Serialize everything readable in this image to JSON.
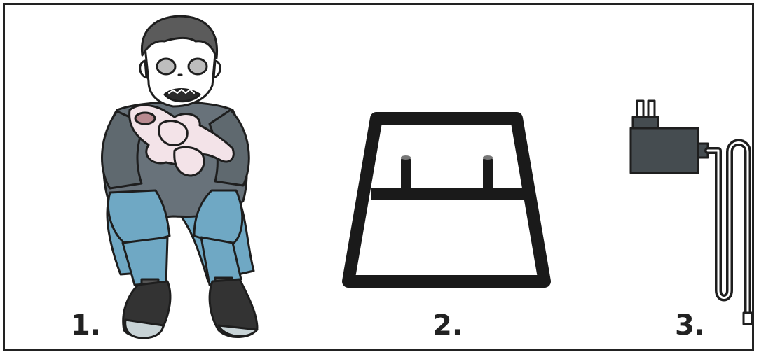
{
  "items": [
    {
      "number": "1.",
      "icon": "zombie-figure-icon"
    },
    {
      "number": "2.",
      "icon": "stand-icon"
    },
    {
      "number": "3.",
      "icon": "power-adapter-icon"
    }
  ],
  "colors": {
    "outline": "#1e1e1e",
    "skin": "#ffffff",
    "eyes": "#bdbdbd",
    "hair": "#5b5b5b",
    "sweater": "#68727a",
    "jeans": "#6fa8c4",
    "shoe": "#333333",
    "sole": "#c8d3d6",
    "flesh": "#f3e3e8",
    "adapter": "#454c50"
  }
}
